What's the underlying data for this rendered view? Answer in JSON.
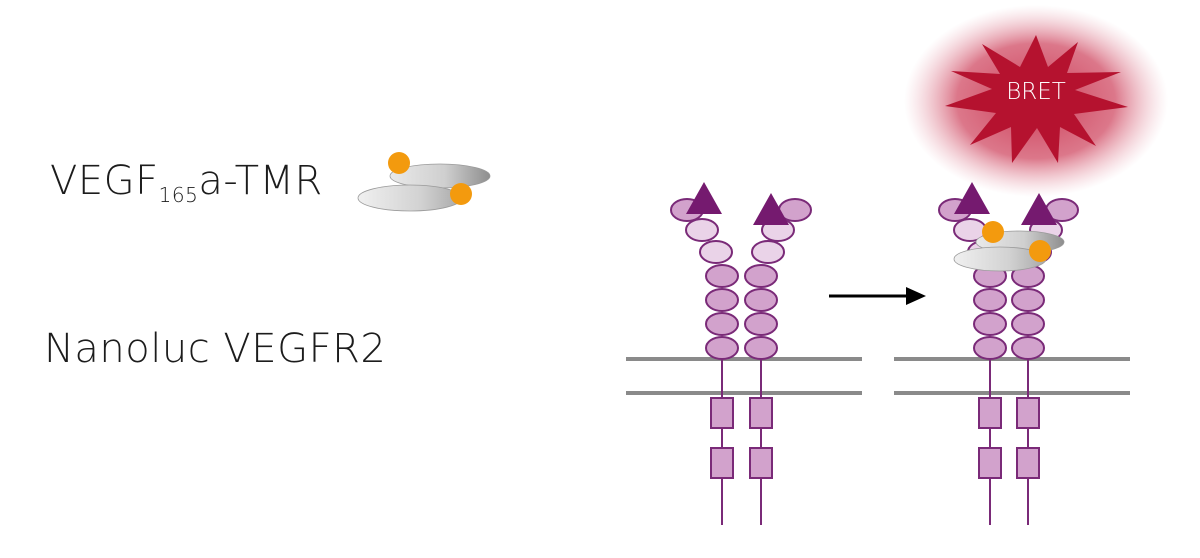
{
  "labels": {
    "ligand_prefix": "VEGF",
    "ligand_subscript": "165",
    "ligand_suffix": "a-TMR",
    "receptor": "Nanoluc VEGFR2",
    "signal": "BRET"
  },
  "colors": {
    "receptor_fill": "#d2a2cc",
    "receptor_fill_light": "#ead3e8",
    "receptor_stroke": "#7a2a78",
    "triangle": "#751a6f",
    "tmr_dot": "#f39a0e",
    "ligand_disc": "#cfcfcf",
    "membrane": "#8a8a8a",
    "bret_star": "#b5122f",
    "bret_glow": "#c9334f",
    "arrow": "#000000"
  },
  "icons": [
    "arrow-right-icon",
    "bret-star-icon",
    "tmr-dot-icon",
    "triangle-icon"
  ]
}
